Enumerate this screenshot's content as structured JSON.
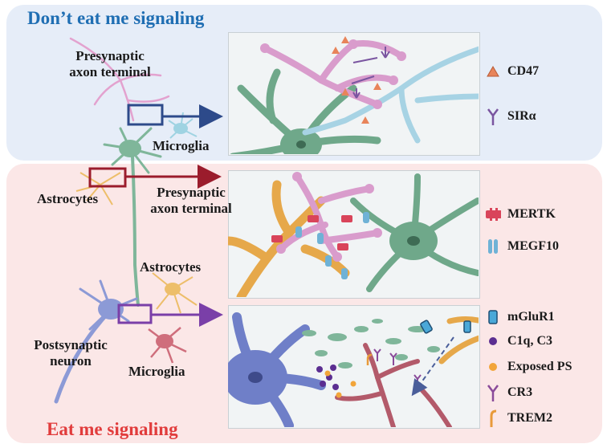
{
  "top_panel": {
    "title": "Don’t eat me signaling"
  },
  "bottom_panel": {
    "title": "Eat me signaling"
  },
  "labels": {
    "presynaptic_top": "Presynaptic\naxon terminal",
    "microglia_top": "Microglia",
    "astrocytes_left": "Astrocytes",
    "presynaptic_mid": "Presynaptic\naxon terminal",
    "astrocytes_mid": "Astrocytes",
    "postsynaptic": "Postsynaptic\nneuron",
    "microglia_bottom": "Microglia"
  },
  "legend_top": [
    {
      "label": "CD47",
      "icon": "orange-triangle",
      "color": "#e8845a"
    },
    {
      "label": "SIRα",
      "icon": "purple-y-receptor",
      "color": "#7a55a0"
    }
  ],
  "legend_mid": [
    {
      "label": "MERTK",
      "icon": "red-receptor",
      "color": "#d9445a"
    },
    {
      "label": "MEGF10",
      "icon": "blue-receptor",
      "color": "#6fb2d6"
    }
  ],
  "legend_bottom": [
    {
      "label": "mGluR1",
      "icon": "blue-rect-receptor",
      "color": "#4aa8d8"
    },
    {
      "label": "C1q, C3",
      "icon": "purple-dot",
      "color": "#5b2e91"
    },
    {
      "label": "Exposed PS",
      "icon": "orange-dot",
      "color": "#f2a53a"
    },
    {
      "label": "CR3",
      "icon": "purple-y-receptor",
      "color": "#8a4a9a"
    },
    {
      "label": "TREM2",
      "icon": "orange-hook",
      "color": "#e89a3a"
    }
  ],
  "colors": {
    "neuron_green": "#6fa88a",
    "axon_pink": "#d98fbf",
    "microglia_blue": "#8fc9dc",
    "astrocyte_orange": "#e6a84a",
    "postsynaptic_blue": "#6f7fc8",
    "microglia_red": "#c75a6a"
  }
}
